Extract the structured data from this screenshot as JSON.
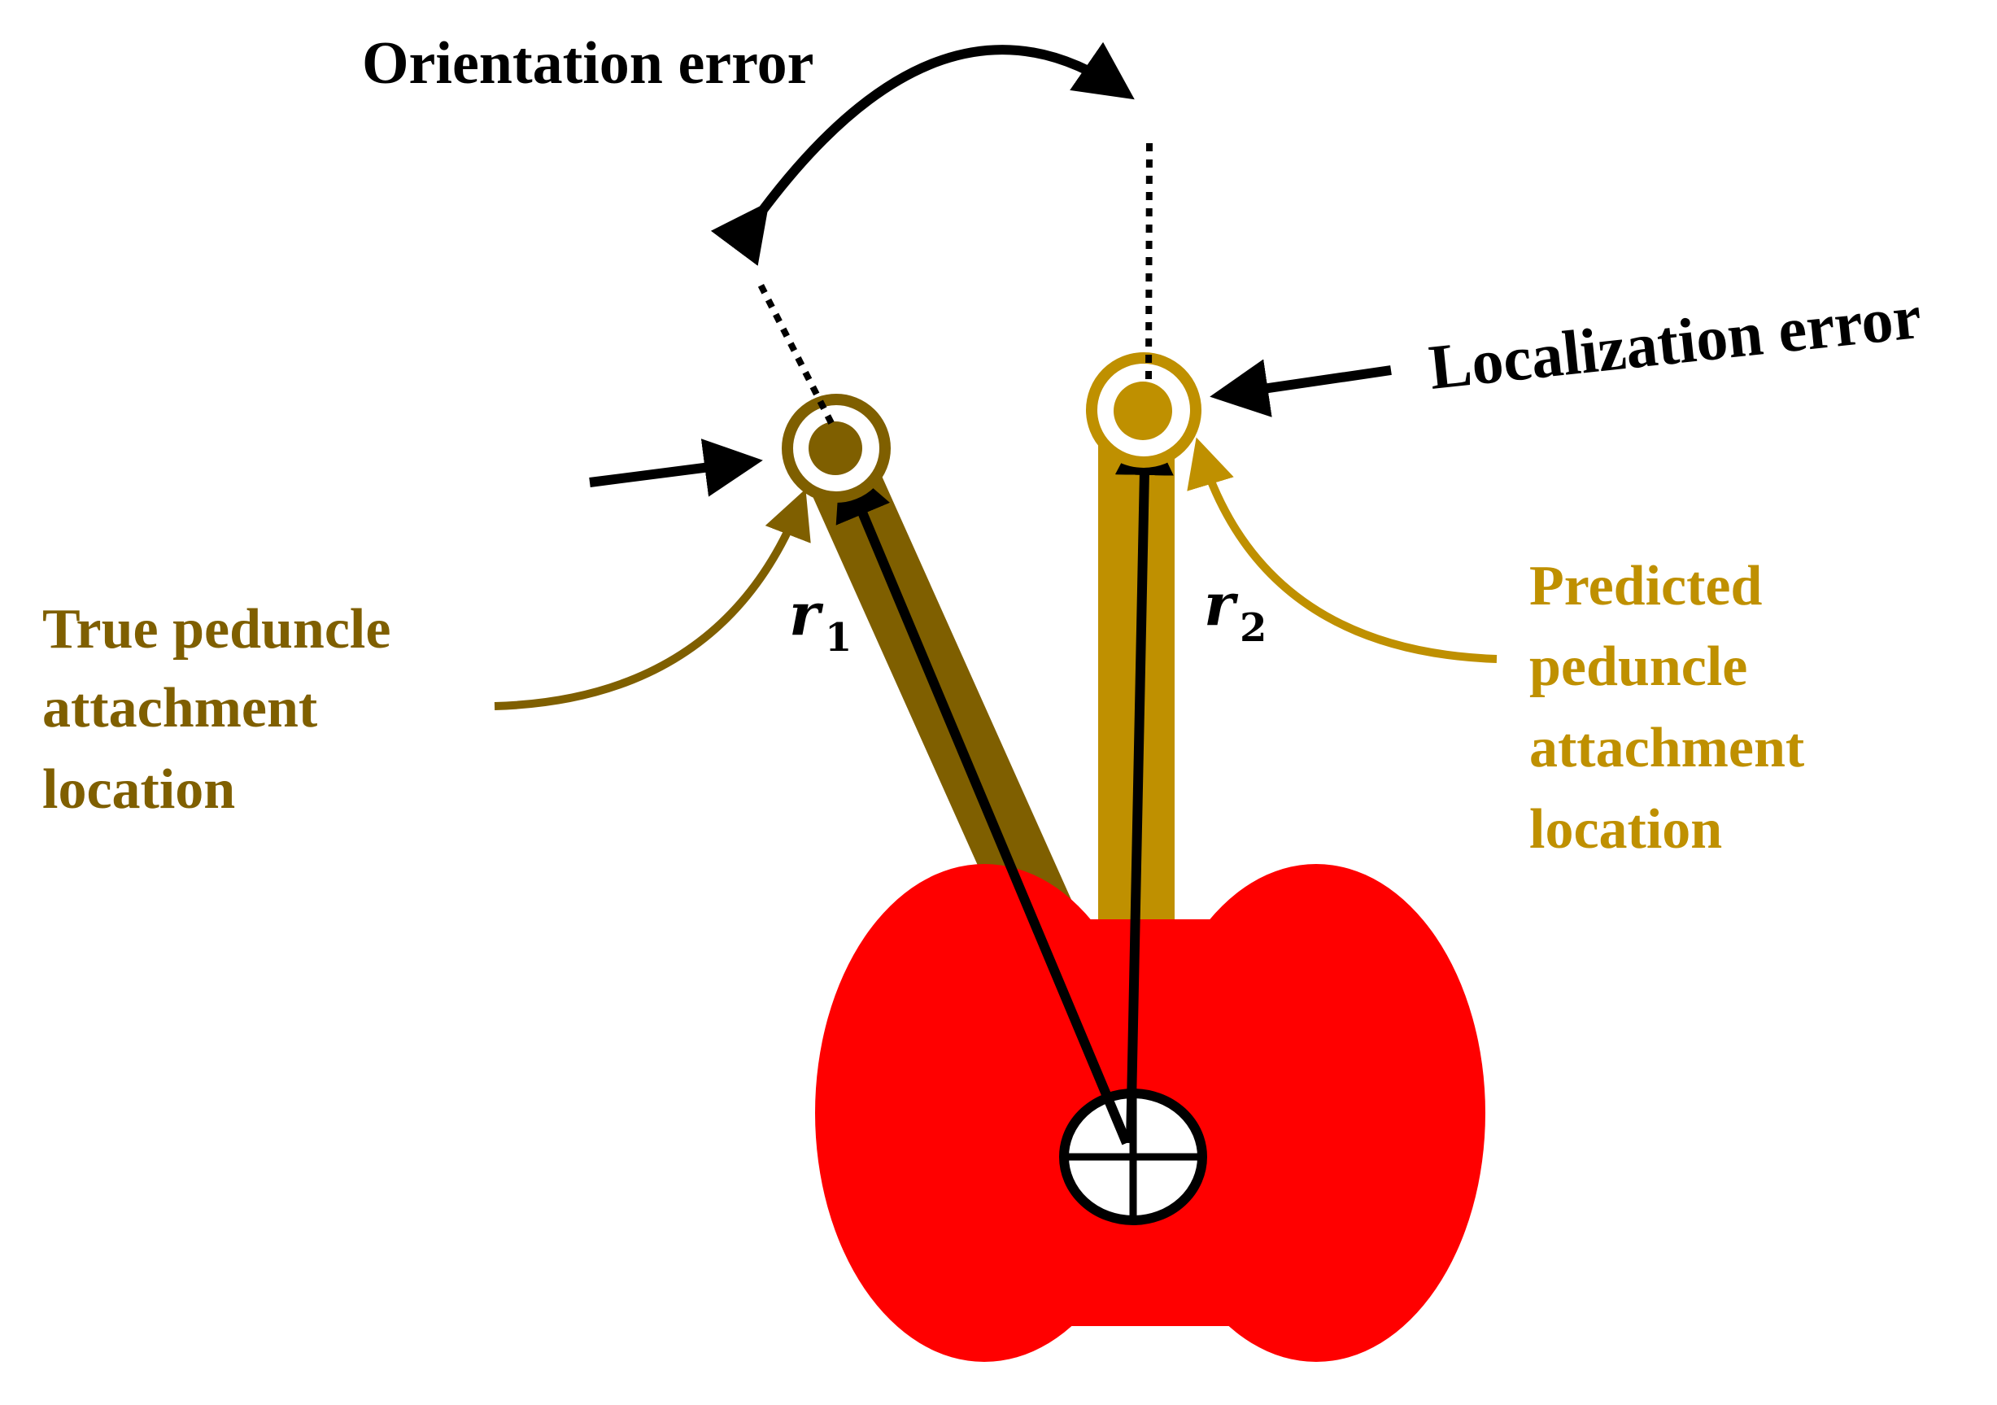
{
  "labels": {
    "orientation_error": "Orientation error",
    "localization_error": "Localization error",
    "true_location": [
      "True peduncle",
      "attachment",
      "location"
    ],
    "predicted_location": [
      "Predicted",
      "peduncle",
      "attachment",
      "location"
    ],
    "r1": {
      "base": "r",
      "sub": "1"
    },
    "r2": {
      "base": "r",
      "sub": "2"
    }
  },
  "colors": {
    "fruit": "#ff0000",
    "true_peduncle": "#7f5f00",
    "predicted_peduncle": "#bf9000",
    "arrows": "#000000",
    "background": "#ffffff"
  },
  "icons": {
    "fruit_center_marker": "circle-plus-icon"
  }
}
